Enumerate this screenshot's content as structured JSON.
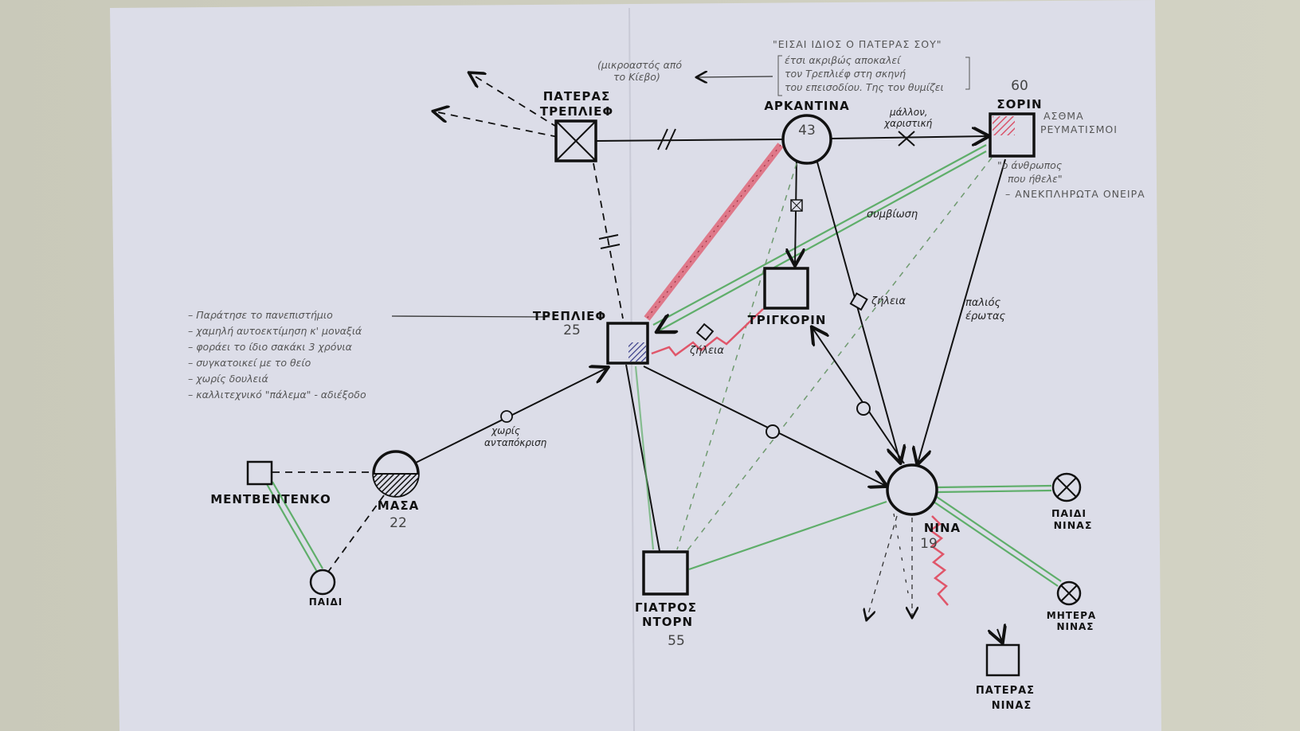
{
  "title": "Genogram — The Seagull",
  "people": {
    "treplev_father": {
      "name_line1": "ΠΑΤΕΡΑΣ",
      "name_line2": "ΤΡΕΠΛΙΕΦ"
    },
    "arkadina": {
      "name": "ΑΡΚΑΝΤΙΝΑ",
      "age": "43"
    },
    "sorin": {
      "name": "ΣΟΡΙΝ",
      "age": "60",
      "condition_line1": "ΑΣΘΜΑ",
      "condition_line2": "ΡΕΥΜΑΤΙΣΜΟΙ"
    },
    "trigorin": {
      "name": "ΤΡΙΓΚΟΡΙΝ"
    },
    "treplev": {
      "name": "ΤΡΕΠΛΙΕΦ",
      "age": "25"
    },
    "masha": {
      "name": "ΜΑΣΑ",
      "age": "22"
    },
    "medvedenko": {
      "name": "ΜΕΝΤΒΕΝΤΕΝΚΟ"
    },
    "child": {
      "name": "ΠΑΙΔΙ"
    },
    "dorn": {
      "name_line1": "ΓΙΑΤΡΟΣ",
      "name_line2": "ΝΤΟΡΝ",
      "age": "55"
    },
    "nina": {
      "name": "ΝΙΝΑ",
      "age": "19"
    },
    "nina_child": {
      "name_line1": "ΠΑΙΔΙ",
      "name_line2": "ΝΙΝΑΣ"
    },
    "nina_mother": {
      "name_line1": "ΜΗΤΕΡΑ",
      "name_line2": "ΝΙΝΑΣ"
    },
    "nina_father": {
      "name_line1": "ΠΑΤΕΡΑΣ",
      "name_line2": "ΝΙΝΑΣ"
    }
  },
  "notes": {
    "quote_title": "\"ΕΙΣΑΙ ΙΔΙΟΣ Ο ΠΑΤΕΡΑΣ ΣΟΥ\"",
    "quote_lines": [
      "έτσι ακριβώς αποκαλεί",
      "τον Τρεπλιέφ στη σκηνή",
      "του επεισοδίου. Της τον θυμίζει"
    ],
    "father_origin_line1": "(μικροαστός από",
    "father_origin_line2": "το Κίεβο)",
    "sorin_quote_line1": "\"ο άνθρωπος",
    "sorin_quote_line2": "που ήθελε\"",
    "sorin_dreams": "– ΑΝΕΚΠΛΗΡΩΤΑ ΟΝΕΙΡΑ",
    "treplev_traits": [
      "– Παράτησε το πανεπιστήμιο",
      "– χαμηλή αυτοεκτίμηση κ' μοναξιά",
      "– φοράει το ίδιο σακάκι 3 χρόνια",
      "– συγκατοικεί με το θείο",
      "– χωρίς δουλειά",
      "– καλλιτεχνικό \"πάλεμα\" - αδιέξοδο"
    ]
  },
  "relations": {
    "arkadina_sorin_line1": "μάλλον,",
    "arkadina_sorin_line2": "χαριστική",
    "cohabitation": "συμβίωση",
    "jealousy_1": "ζήλεια",
    "jealousy_2": "ζήλεια",
    "old_love_line1": "παλιός",
    "old_love_line2": "έρωτας",
    "unrequited_line1": "χωρίς",
    "unrequited_line2": "ανταπόκριση"
  },
  "colors": {
    "paper": "#dcdde8",
    "conflict": "#e0566a",
    "close": "#5fae6a",
    "ink": "#111111"
  }
}
